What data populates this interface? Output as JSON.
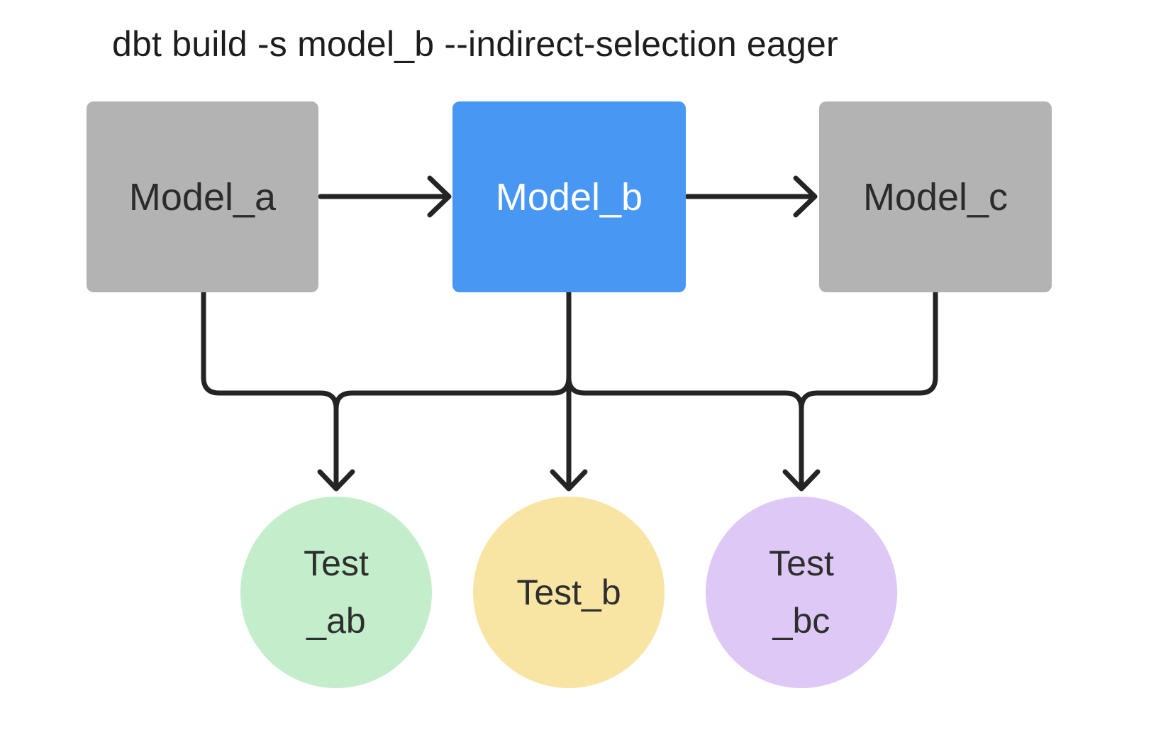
{
  "title": "dbt build -s model_b --indirect-selection eager",
  "nodes": {
    "model_a": {
      "label": "Model_a",
      "kind": "model",
      "fill": "#b3b3b3",
      "text_color": "#2b2b2b",
      "selected": false
    },
    "model_b": {
      "label": "Model_b",
      "kind": "model",
      "fill": "#4897f2",
      "text_color": "#ffffff",
      "selected": true
    },
    "model_c": {
      "label": "Model_c",
      "kind": "model",
      "fill": "#b3b3b3",
      "text_color": "#2b2b2b",
      "selected": false
    },
    "test_ab": {
      "lines": [
        "Test",
        "_ab"
      ],
      "kind": "test",
      "fill": "#c4eecb",
      "text_color": "#2e2e2e"
    },
    "test_b": {
      "lines": [
        "Test_b"
      ],
      "kind": "test",
      "fill": "#f8e5a4",
      "text_color": "#2e2e2e"
    },
    "test_bc": {
      "lines": [
        "Test",
        "_bc"
      ],
      "kind": "test",
      "fill": "#dec9f6",
      "text_color": "#2e2e2e"
    }
  },
  "edges": [
    {
      "from": "model_a",
      "to": "model_b",
      "arrow": true
    },
    {
      "from": "model_b",
      "to": "model_c",
      "arrow": true
    },
    {
      "from": "model_a",
      "to": "test_ab",
      "arrow": true
    },
    {
      "from": "model_b",
      "to": "test_ab",
      "arrow": true
    },
    {
      "from": "model_b",
      "to": "test_b",
      "arrow": true
    },
    {
      "from": "model_b",
      "to": "test_bc",
      "arrow": true
    },
    {
      "from": "model_c",
      "to": "test_bc",
      "arrow": true
    }
  ],
  "colors": {
    "edge": "#242424",
    "background": "#ffffff",
    "selected_model": "#4897f2",
    "unselected_model": "#b3b3b3"
  }
}
